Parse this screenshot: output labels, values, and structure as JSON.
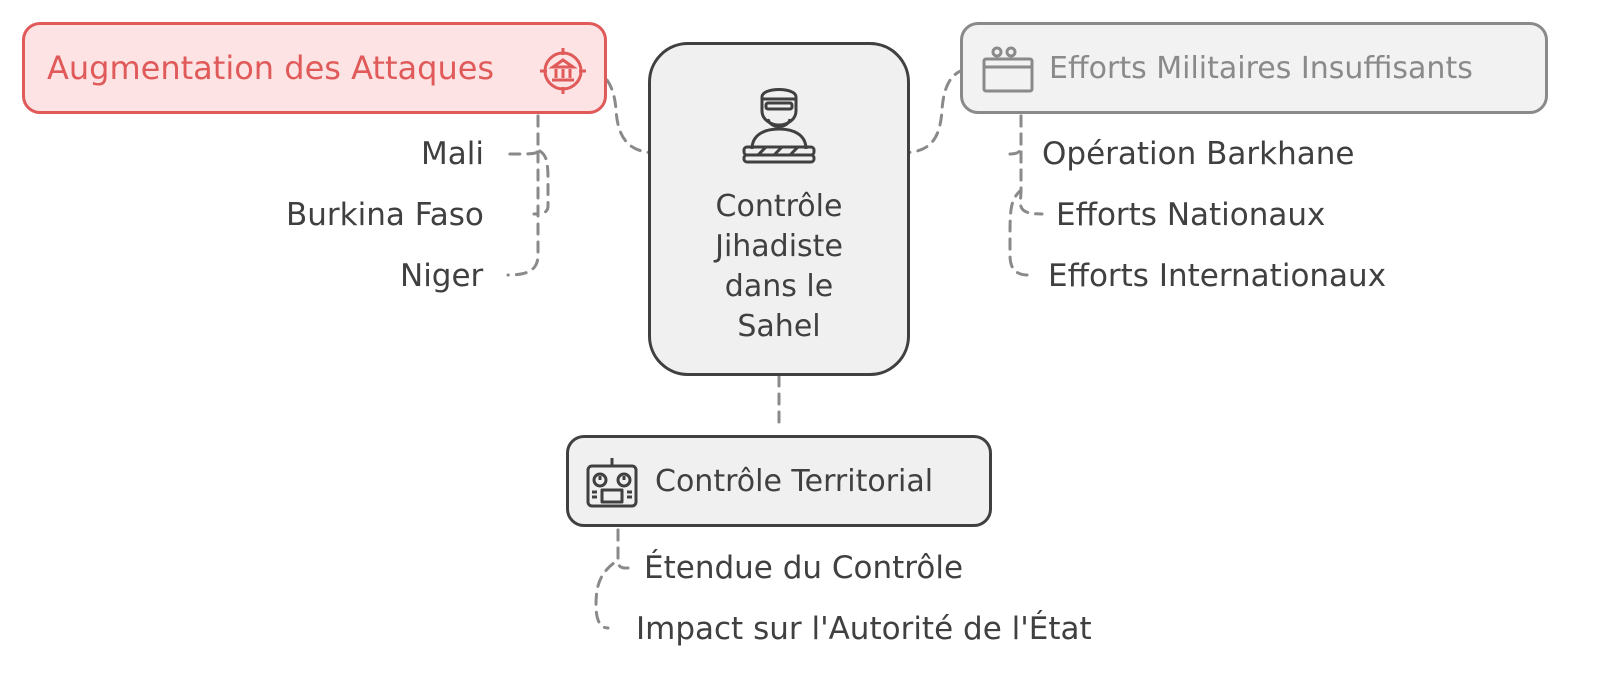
{
  "center": {
    "label": "Contrôle Jihadiste dans le Sahel",
    "icon": "jihadist-figure-icon"
  },
  "branches": {
    "attacks": {
      "label": "Augmentation des Attaques",
      "icon": "target-building-icon",
      "items": [
        "Mali",
        "Burkina Faso",
        "Niger"
      ]
    },
    "military": {
      "label": "Efforts Militaires Insuffisants",
      "icon": "tank-icon",
      "items": [
        "Opération Barkhane",
        "Efforts Nationaux",
        "Efforts Internationaux"
      ]
    },
    "territorial": {
      "label": "Contrôle Territorial",
      "icon": "control-panel-icon",
      "items": [
        "Étendue du Contrôle",
        "Impact sur l'Autorité de l'État"
      ]
    }
  },
  "colors": {
    "attacks_fill": "#fde3e3",
    "attacks_stroke": "#e05a5a",
    "military_fill": "#f2f2f2",
    "military_stroke": "#8a8a8a",
    "neutral_fill": "#f0f0f0",
    "neutral_stroke": "#404040",
    "connector": "#8a8a8a"
  }
}
